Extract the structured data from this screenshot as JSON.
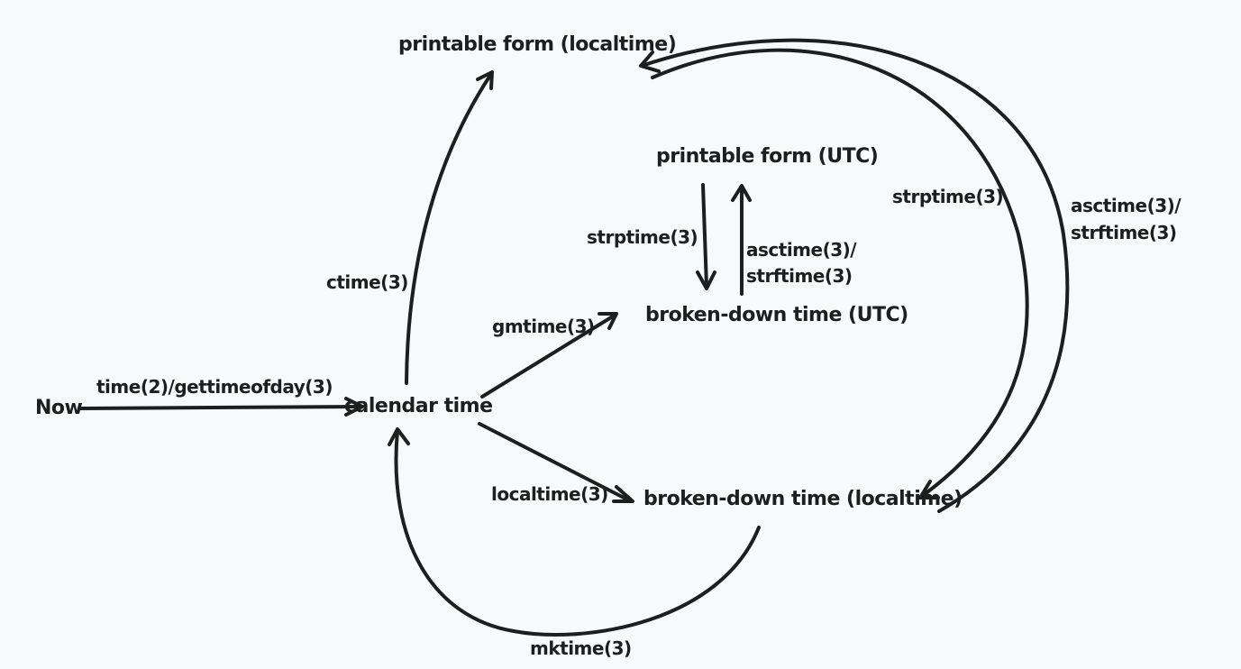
{
  "nodes": {
    "now": "Now",
    "calendar_time": "calendar time",
    "printable_local": "printable form (localtime)",
    "printable_utc": "printable form (UTC)",
    "broken_utc": "broken-down time (UTC)",
    "broken_local": "broken-down time (localtime)"
  },
  "edges": {
    "time_gettimeofday": "time(2)/gettimeofday(3)",
    "ctime": "ctime(3)",
    "gmtime": "gmtime(3)",
    "localtime": "localtime(3)",
    "mktime": "mktime(3)",
    "strptime_utc": "strptime(3)",
    "asctime_utc_line1": "asctime(3)/",
    "asctime_utc_line2": "strftime(3)",
    "strptime_local": "strptime(3)",
    "asctime_local_line1": "asctime(3)/",
    "asctime_local_line2": "strftime(3)"
  }
}
